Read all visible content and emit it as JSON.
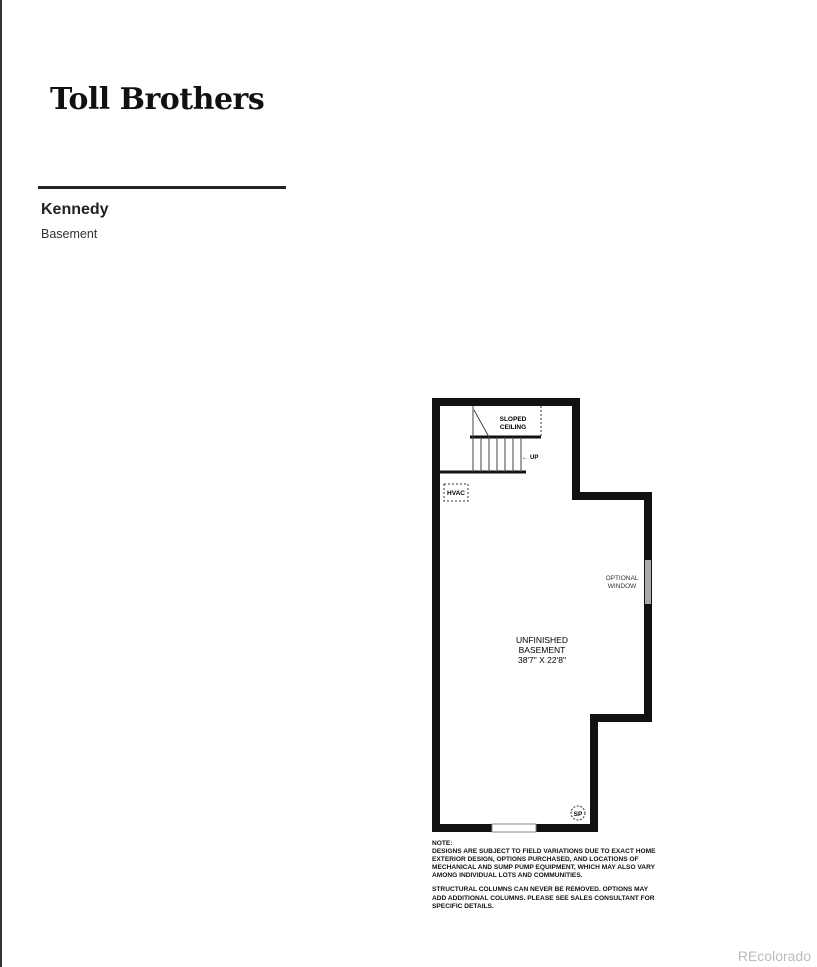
{
  "brand": "Toll Brothers",
  "model_name": "Kennedy",
  "level_name": "Basement",
  "plan": {
    "sloped_ceiling": [
      "SLOPED",
      "CEILING"
    ],
    "up_label": "UP",
    "hvac_label": "HVAC",
    "optional_window": [
      "OPTIONAL",
      "WINDOW"
    ],
    "room_name": [
      "UNFINISHED",
      "BASEMENT"
    ],
    "room_dims": "38'7\" X 22'8\"",
    "sump_pump_label": "SP"
  },
  "notes": {
    "heading": "NOTE:",
    "paragraph1": "DESIGNS ARE SUBJECT TO FIELD VARIATIONS DUE TO EXACT HOME EXTERIOR DESIGN, OPTIONS PURCHASED, AND LOCATIONS OF MECHANICAL AND SUMP PUMP EQUIPMENT, WHICH MAY ALSO VARY AMONG INDIVIDUAL LOTS AND COMMUNITIES.",
    "paragraph2": "STRUCTURAL COLUMNS CAN NEVER BE REMOVED. OPTIONS MAY ADD ADDITIONAL COLUMNS. PLEASE SEE SALES CONSULTANT FOR SPECIFIC DETAILS."
  },
  "watermark": "REcolorado"
}
